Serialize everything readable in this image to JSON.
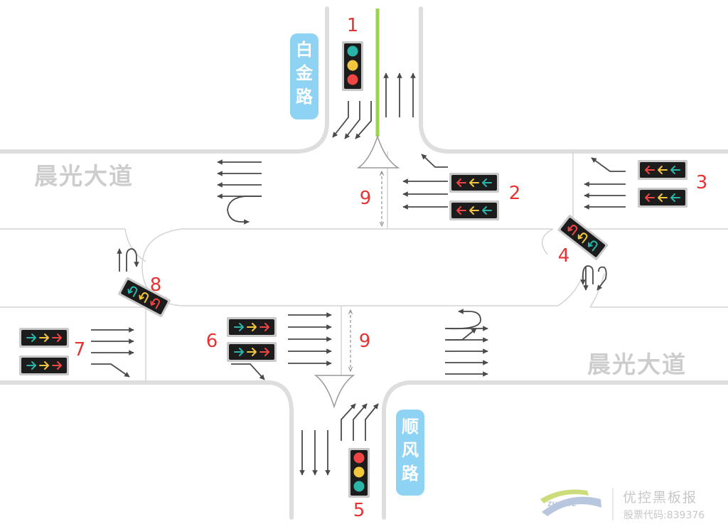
{
  "roads": {
    "main_road": "晨光大道",
    "north_road": "白金路",
    "south_road": "顺风路"
  },
  "signal_labels": [
    "1",
    "2",
    "3",
    "4",
    "5",
    "6",
    "7",
    "8",
    "9",
    "9"
  ],
  "watermark": {
    "logo_text": "ZHENYE",
    "brand": "优控黑板报",
    "stock": "股票代码:839376"
  },
  "colors": {
    "red": "#f04545",
    "yellow": "#f3c63d",
    "green": "#2bb4a8",
    "label_red": "#e63333",
    "road_line": "#cfcfcf",
    "road_edge": "#dddddd",
    "arrow": "#4a4a4a",
    "median_line": "#9bd44a",
    "sign_bg": "#8fd3f4"
  }
}
